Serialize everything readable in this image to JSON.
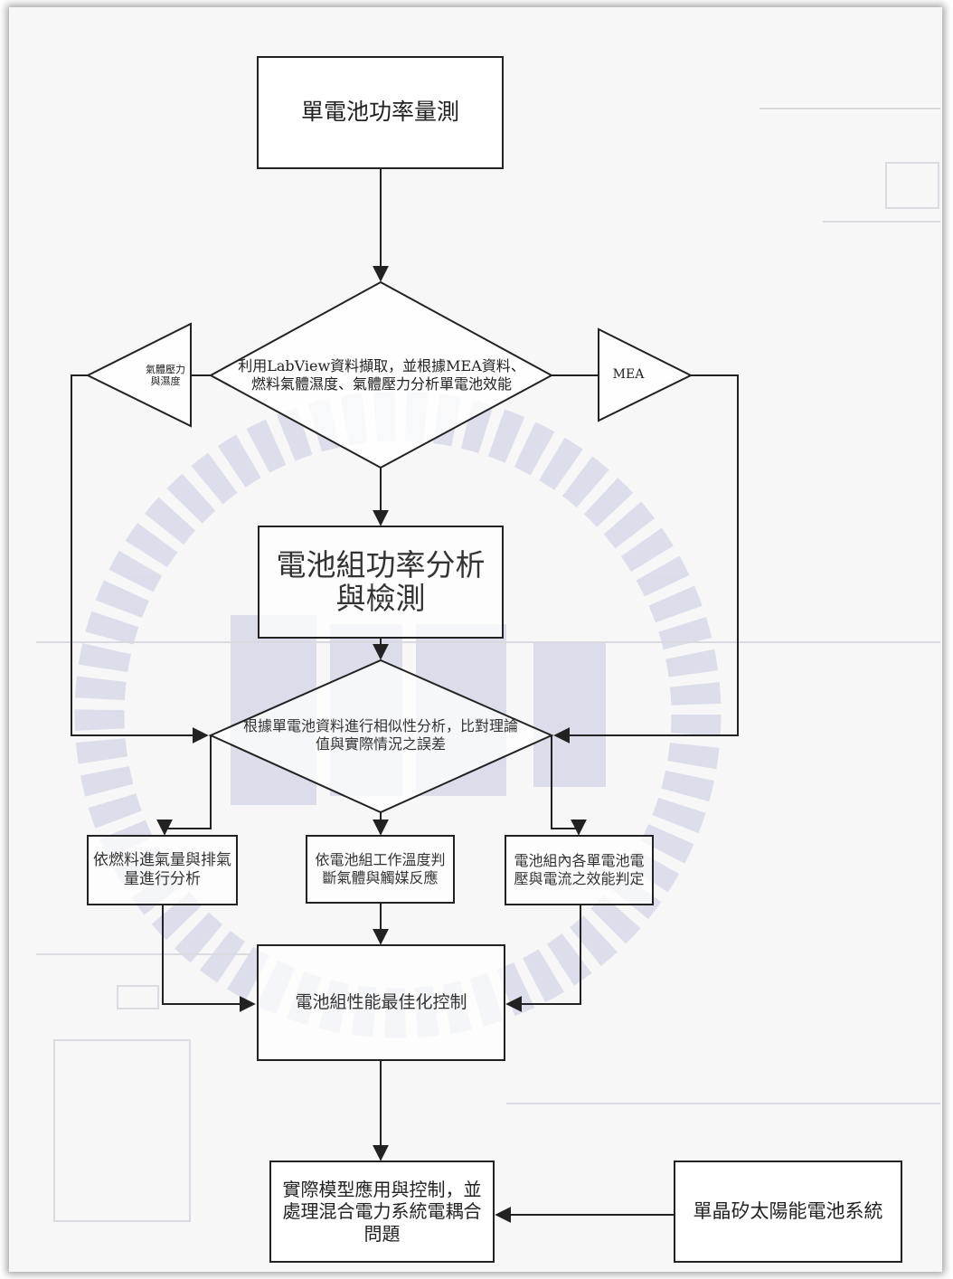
{
  "diagram": {
    "start": "單電池功率量測",
    "decision1": "利用LabView資料擷取，並根據MEA資料、燃料氣體濕度、氣體壓力分析單電池效能",
    "input_left": "氣體壓力與濕度",
    "input_right": "MEA",
    "process_pack": "電池組功率分析與檢測",
    "decision2": "根據單電池資料進行相似性分析，比對理論值與實際情況之誤差",
    "analysis_fuel": "依燃料進氣量與排氣量進行分析",
    "analysis_temp": "依電池組工作溫度判斷氣體與觸媒反應",
    "analysis_cell": "電池組內各單電池電壓與電流之效能判定",
    "optimize": "電池組性能最佳化控制",
    "application": "實際模型應用與控制，並處理混合電力系統電耦合問題",
    "solar": "單晶矽太陽能電池系統"
  }
}
